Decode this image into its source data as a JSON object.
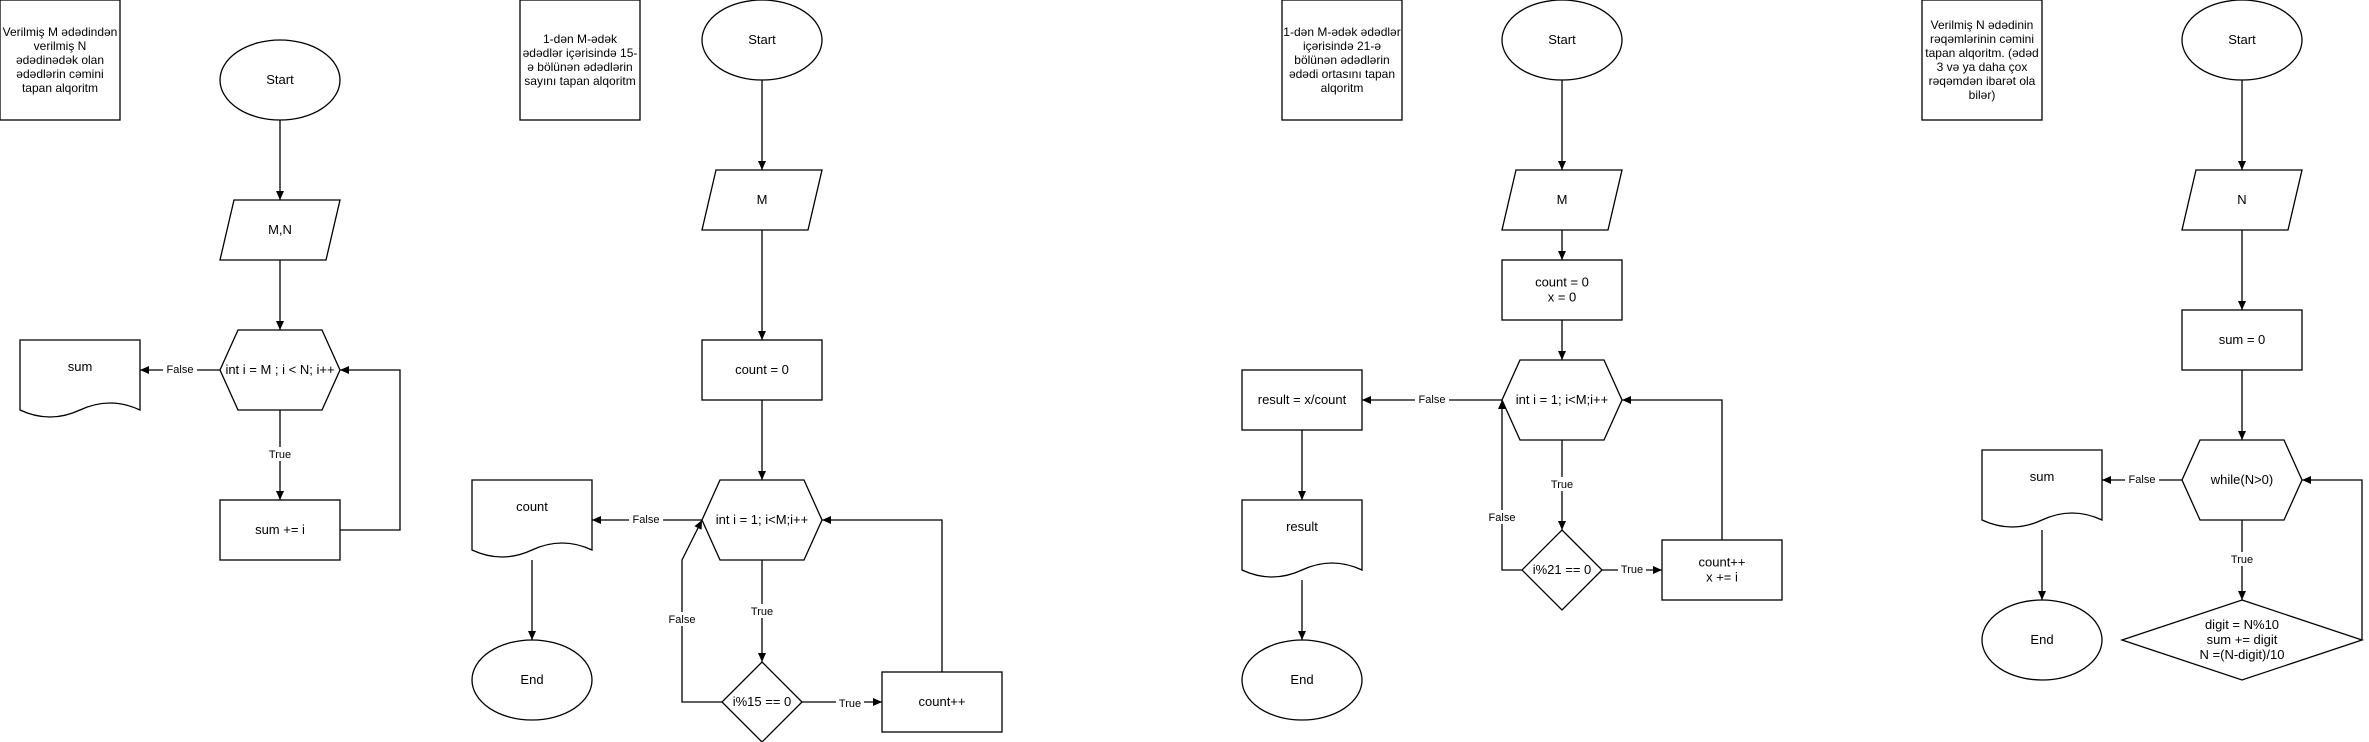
{
  "diagrams": [
    {
      "note": [
        "Verilmiş M ədədindən",
        "verilmiş N",
        "ədədinədək olan",
        "ədədlərin cəmini",
        "tapan alqoritm"
      ],
      "start": "Start",
      "input": "M,N",
      "loop": "int i = M ; i < N; i++",
      "body": "sum += i",
      "output": "sum",
      "labels": {
        "false": "False",
        "true": "True"
      }
    },
    {
      "note": [
        "1-dən M-ədək",
        "ədədlər içərisində 15-",
        "ə bölünən ədədlərin",
        "sayını tapan alqoritm"
      ],
      "start": "Start",
      "input": "M",
      "init": "count = 0",
      "loop": "int i = 1; i<M;i++",
      "cond": "i%15 == 0",
      "body": "count++",
      "output": "count",
      "end": "End",
      "labels": {
        "false": "False",
        "true": "True"
      }
    },
    {
      "note": [
        "1-dən M-ədək ədədlər",
        "içərisində 21-ə",
        "bölünən ədədlərin",
        "ədədi ortasını tapan",
        "alqoritm"
      ],
      "start": "Start",
      "input": "M",
      "init": [
        "count = 0",
        "x = 0"
      ],
      "loop": "int i = 1; i<M;i++",
      "cond": "i%21 == 0",
      "body": [
        "count++",
        "x += i"
      ],
      "result": "result = x/count",
      "output": "result",
      "end": "End",
      "labels": {
        "false": "False",
        "true": "True"
      }
    },
    {
      "note": [
        "Verilmiş N ədədinin",
        "rəqəmlərinin cəmini",
        "tapan alqoritm. (ədəd",
        "3 və ya daha çox",
        "rəqəmdən ibarət ola",
        "bilər)"
      ],
      "start": "Start",
      "input": "N",
      "init": "sum = 0",
      "loop": "while(N>0)",
      "body": [
        "digit = N%10",
        "sum += digit",
        "N =(N-digit)/10"
      ],
      "output": "sum",
      "end": "End",
      "labels": {
        "false": "False",
        "true": "True"
      }
    }
  ]
}
